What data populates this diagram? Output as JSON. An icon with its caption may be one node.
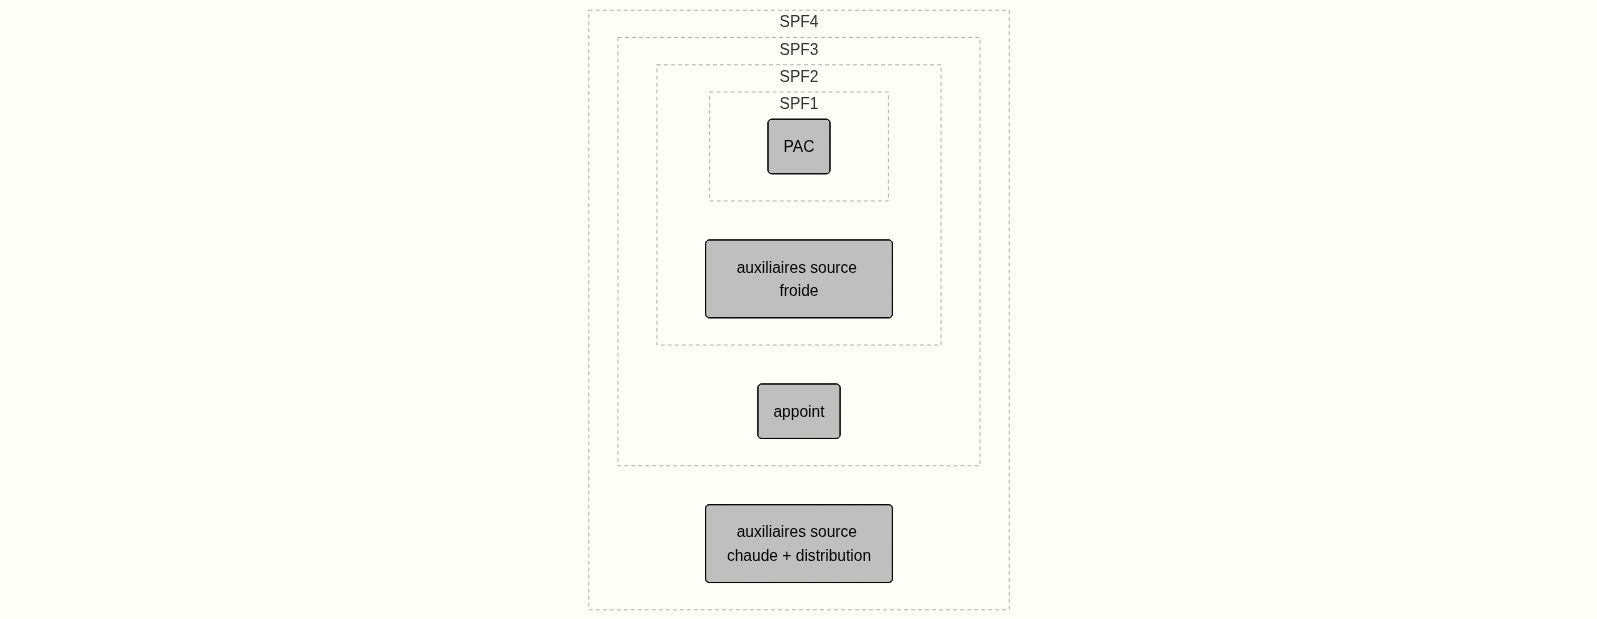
{
  "diagram": {
    "nodes": [
      {
        "text": [
          "SPF4"
        ]
      },
      {
        "text": [
          "SPF3"
        ],
        "in": 0
      },
      {
        "text": [
          "SPF2"
        ],
        "in": 1
      },
      {
        "text": [
          "auxiliaires source froide"
        ],
        "in": 2
      },
      {
        "text": [
          "SPF1"
        ],
        "in": 2
      },
      {
        "text": [
          "PAC"
        ],
        "in": 4
      },
      {
        "text": [
          "appoint"
        ],
        "in": 1
      },
      {
        "text": [
          "auxiliaires source chaude + distribution"
        ],
        "in": 0
      }
    ]
  }
}
